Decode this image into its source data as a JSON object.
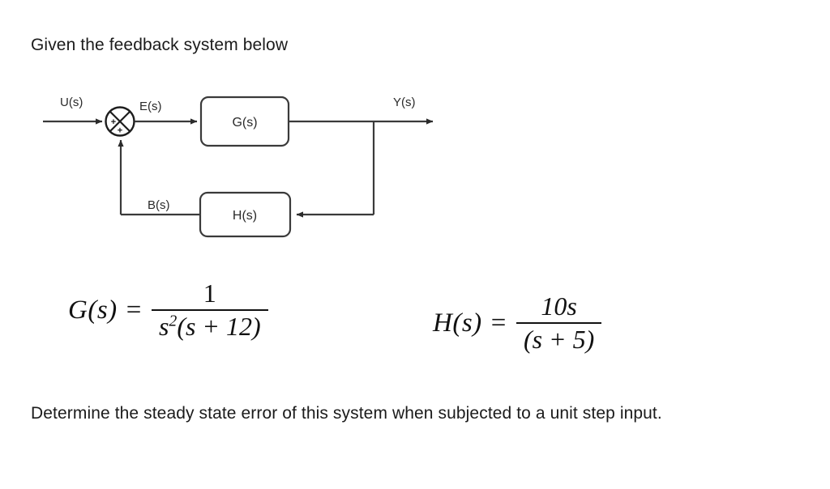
{
  "document": {
    "background_color": "#ffffff",
    "text_color": "#1b1b1b",
    "line_color": "#3a3a3a"
  },
  "prompt": {
    "intro": "Given the feedback system below",
    "question": "Determine the steady state error of this system when subjected to a unit step input."
  },
  "diagram": {
    "type": "control-system-block-diagram",
    "signals": {
      "input": "U(s)",
      "error": "E(s)",
      "output": "Y(s)",
      "feedback": "B(s)"
    },
    "blocks": [
      {
        "id": "forward",
        "label": "G(s)"
      },
      {
        "id": "feedback",
        "label": "H(s)"
      }
    ],
    "summing_junction": {
      "input_sign": "+",
      "feedback_sign": "+"
    }
  },
  "equations": {
    "g": {
      "lhs": "G(s)",
      "equals": "=",
      "numerator": "1",
      "denominator_base": "s",
      "denominator_exponent": "2",
      "denominator_factor": "(s + 12)"
    },
    "h": {
      "lhs": "H(s)",
      "equals": "=",
      "numerator": "10s",
      "denominator": "(s + 5)"
    }
  }
}
